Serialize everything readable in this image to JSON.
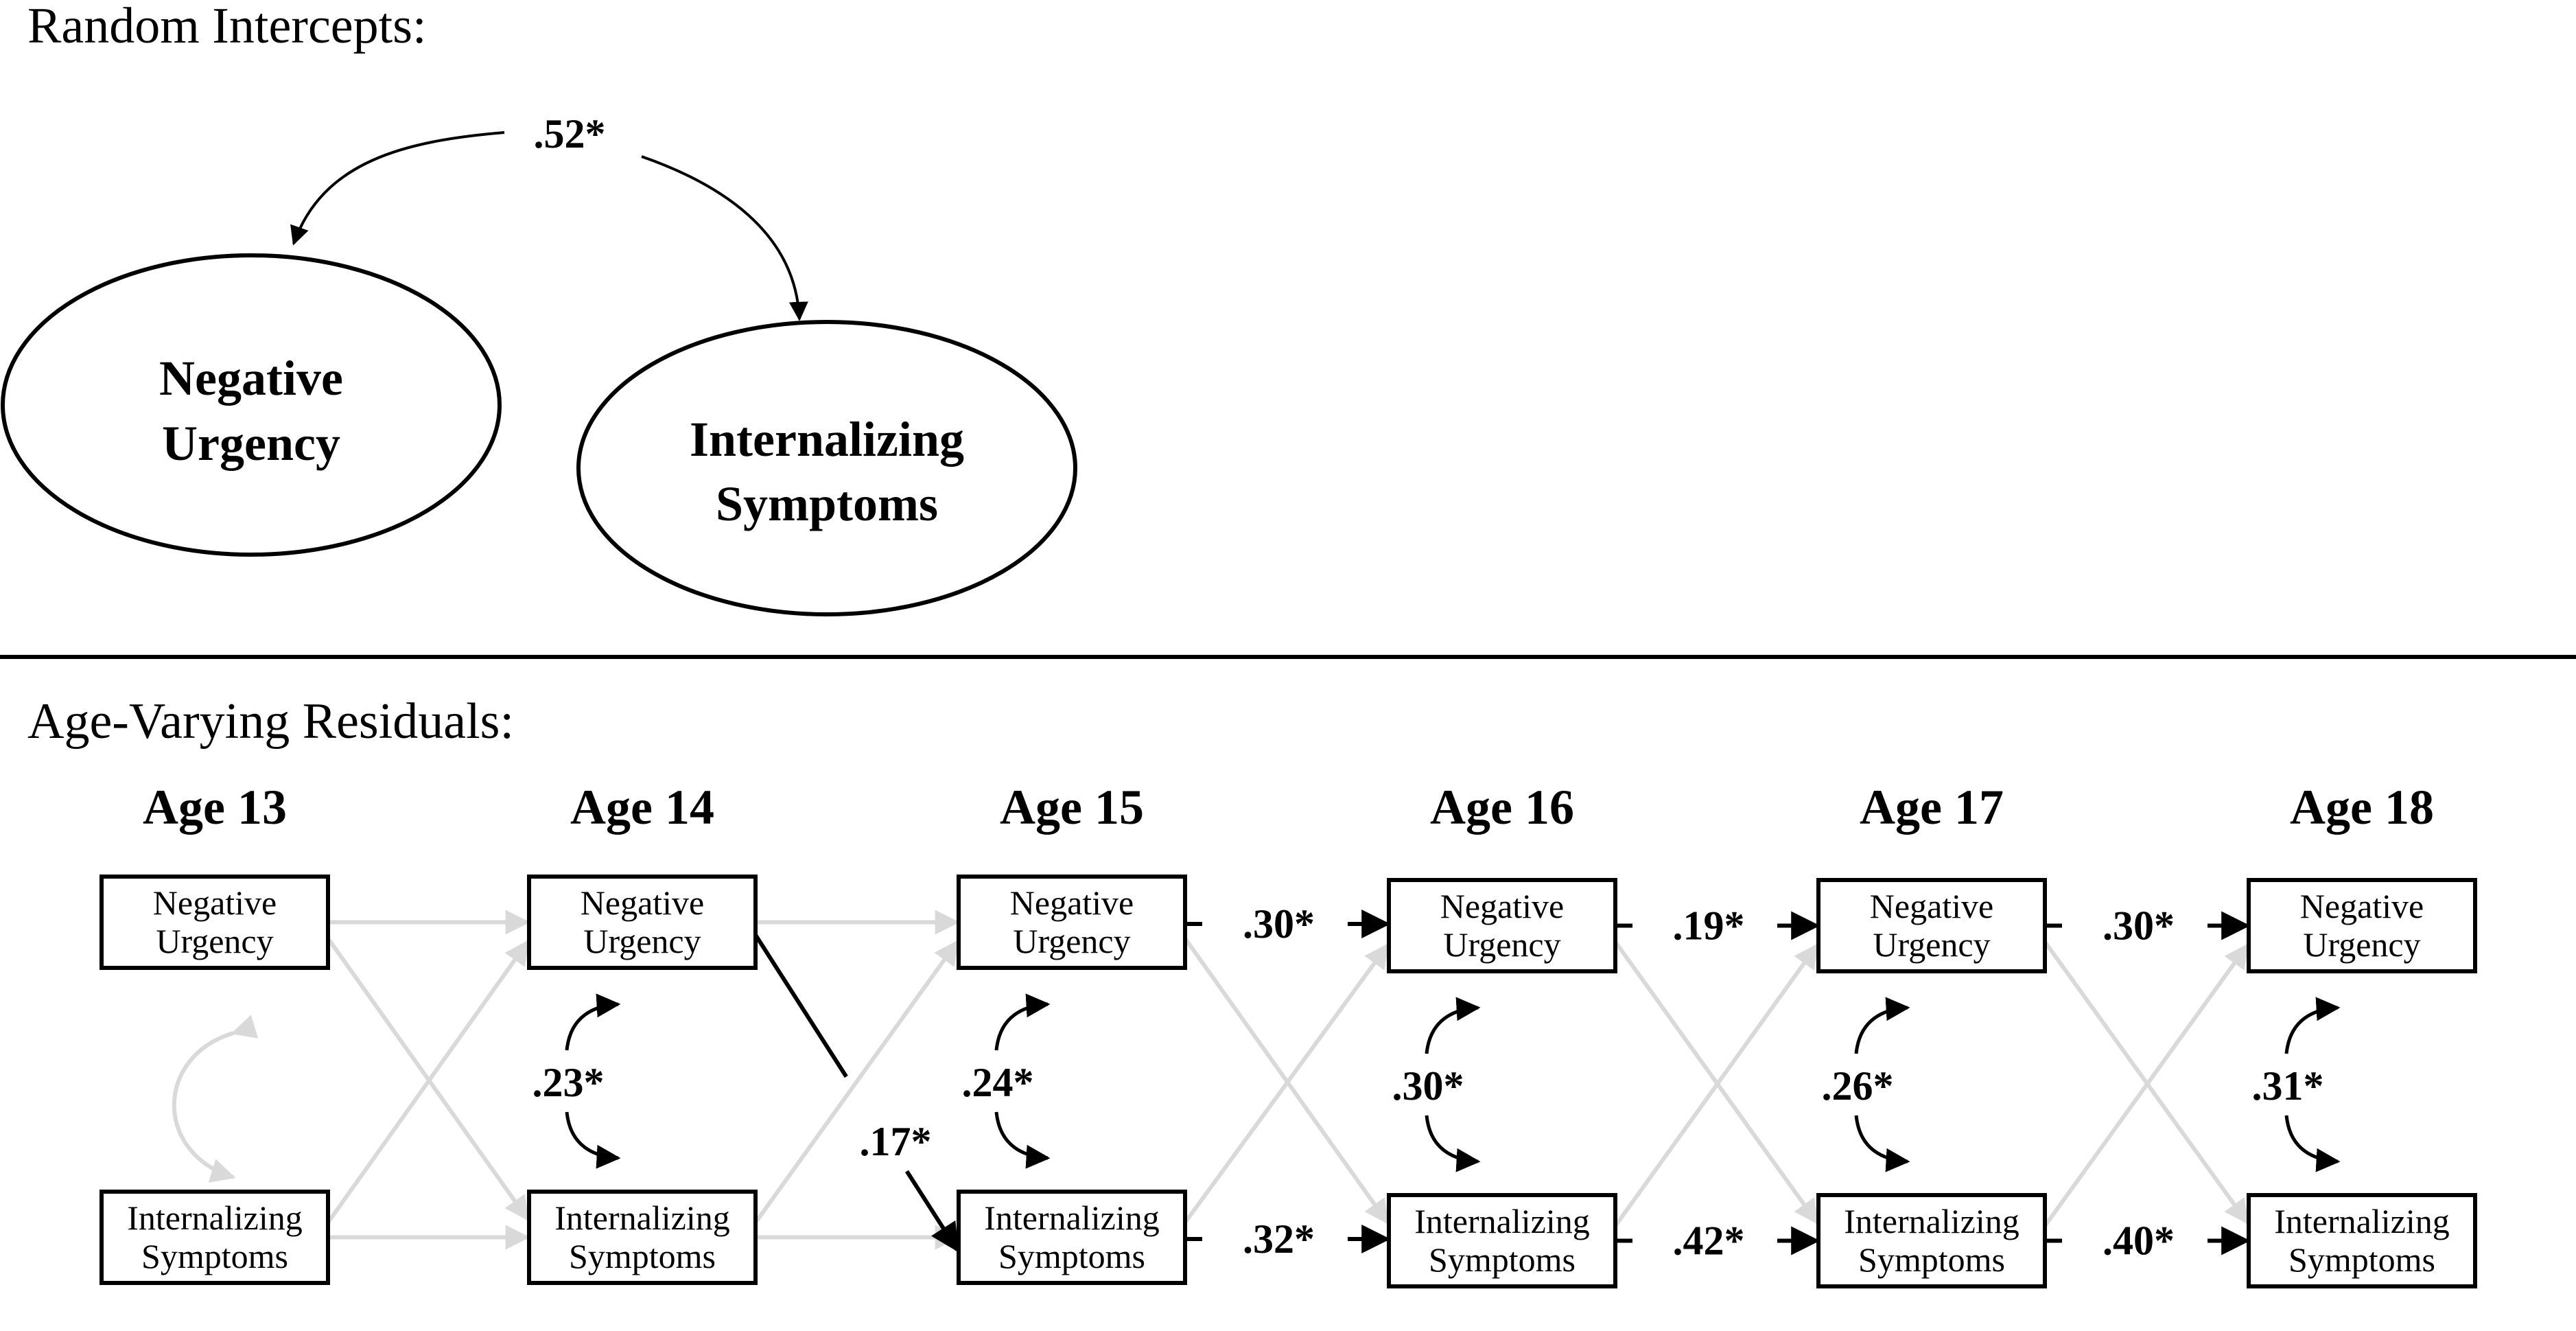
{
  "sections": {
    "random_intercepts": "Random Intercepts:",
    "age_varying": "Age-Varying Residuals:"
  },
  "random_intercepts": {
    "covariance": ".52*",
    "negative_urgency": [
      "Negative",
      "Urgency"
    ],
    "internalizing_symptoms": [
      "Internalizing",
      "Symptoms"
    ]
  },
  "ages": [
    "Age 13",
    "Age 14",
    "Age 15",
    "Age 16",
    "Age 17",
    "Age 18"
  ],
  "box_labels": {
    "negative_urgency": [
      "Negative",
      "Urgency"
    ],
    "internalizing_symptoms": [
      "Internalizing",
      "Symptoms"
    ]
  },
  "within_age_correlations": [
    ".23*",
    ".24*",
    ".30*",
    ".26*",
    ".31*"
  ],
  "autoregressive_nu": [
    ".30*",
    ".19*",
    ".30*"
  ],
  "autoregressive_is": [
    ".32*",
    ".42*",
    ".40*"
  ],
  "cross_lagged": ".17*",
  "colors": {
    "line": "#000000",
    "nonsig": "#d9d9d9"
  }
}
